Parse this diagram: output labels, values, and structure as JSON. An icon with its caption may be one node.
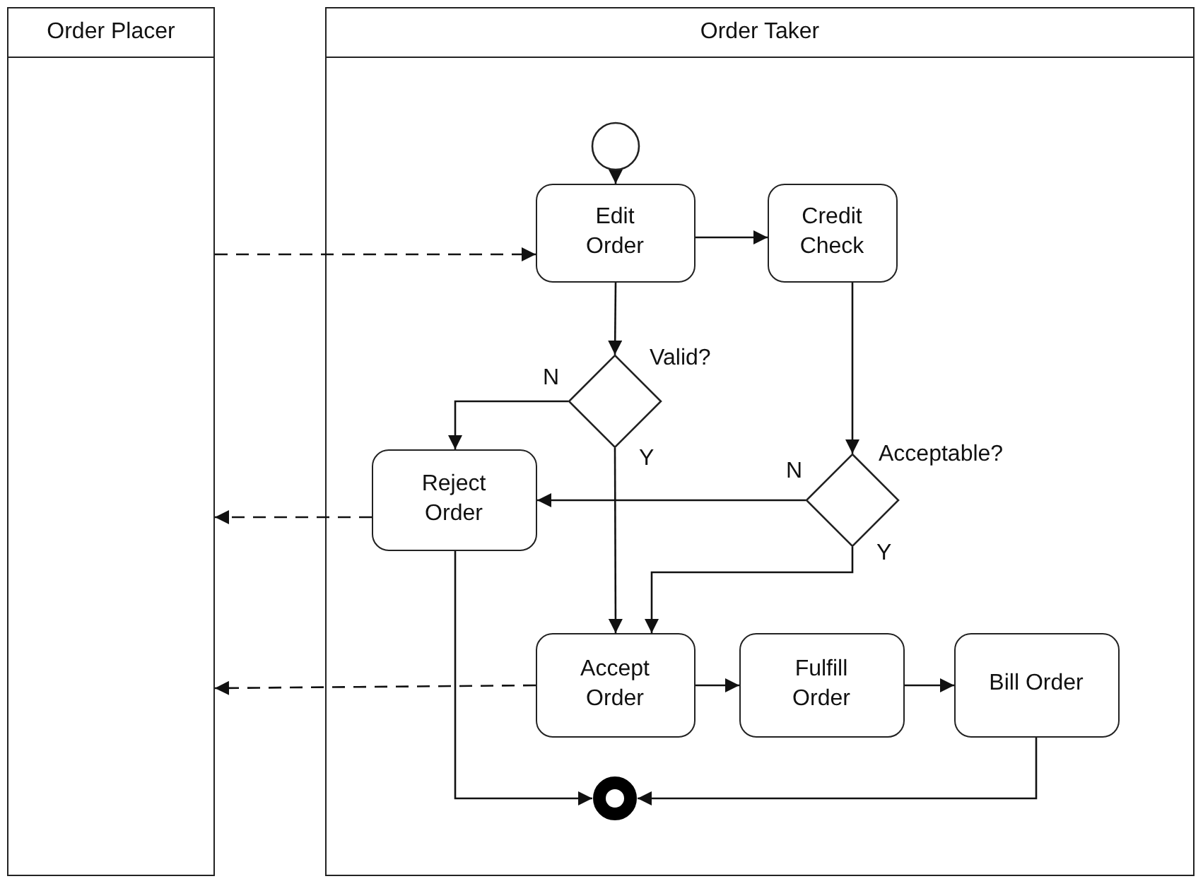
{
  "diagram": {
    "nodes": [
      {
        "text": [
          "Order Placer"
        ]
      },
      {
        "text": [
          "Order Taker"
        ]
      },
      {
        "text": [],
        "shape": "circle",
        "in": 1
      },
      {
        "text": [
          "Edit Order"
        ],
        "in": 1
      },
      {
        "text": [
          "Credit Check"
        ],
        "in": 1
      },
      {
        "text": [],
        "shape": "diamond",
        "beside": [
          "Valid?"
        ],
        "in": 1
      },
      {
        "text": [],
        "shape": "diamond",
        "beside": [
          "Acceptable?"
        ],
        "in": 1
      },
      {
        "text": [
          "Reject Order"
        ],
        "in": 1
      },
      {
        "text": [
          "Accept Order"
        ],
        "in": 1
      },
      {
        "text": [
          "Fulfill Order"
        ],
        "in": 1
      },
      {
        "text": [
          "Bill Order"
        ],
        "in": 1
      },
      {
        "text": [],
        "shape": "ring",
        "in": 1
      }
    ],
    "edges": [
      {
        "from": 2,
        "to": 3,
        "arrow": "to"
      },
      {
        "from": 3,
        "to": 4,
        "arrow": "to"
      },
      {
        "from": 3,
        "to": 5,
        "arrow": "to"
      },
      {
        "from": 5,
        "to": 7,
        "arrow": "to",
        "label": "N"
      },
      {
        "from": 5,
        "to": 8,
        "arrow": "to",
        "label": "Y"
      },
      {
        "from": 4,
        "to": 6,
        "arrow": "to"
      },
      {
        "from": 6,
        "to": 7,
        "arrow": "to",
        "label": "N"
      },
      {
        "from": 6,
        "to": 8,
        "arrow": "to",
        "label": "Y"
      },
      {
        "from": 8,
        "to": 9,
        "arrow": "to"
      },
      {
        "from": 9,
        "to": 10,
        "arrow": "to"
      },
      {
        "from": 7,
        "to": 11,
        "arrow": "to"
      },
      {
        "from": 10,
        "to": 11,
        "arrow": "to"
      },
      {
        "from": 0,
        "to": 3,
        "arrow": "to",
        "style": "dashed"
      },
      {
        "from": 7,
        "to": 0,
        "arrow": "to",
        "style": "dashed"
      },
      {
        "from": 8,
        "to": 0,
        "arrow": "to",
        "style": "dashed"
      }
    ]
  }
}
